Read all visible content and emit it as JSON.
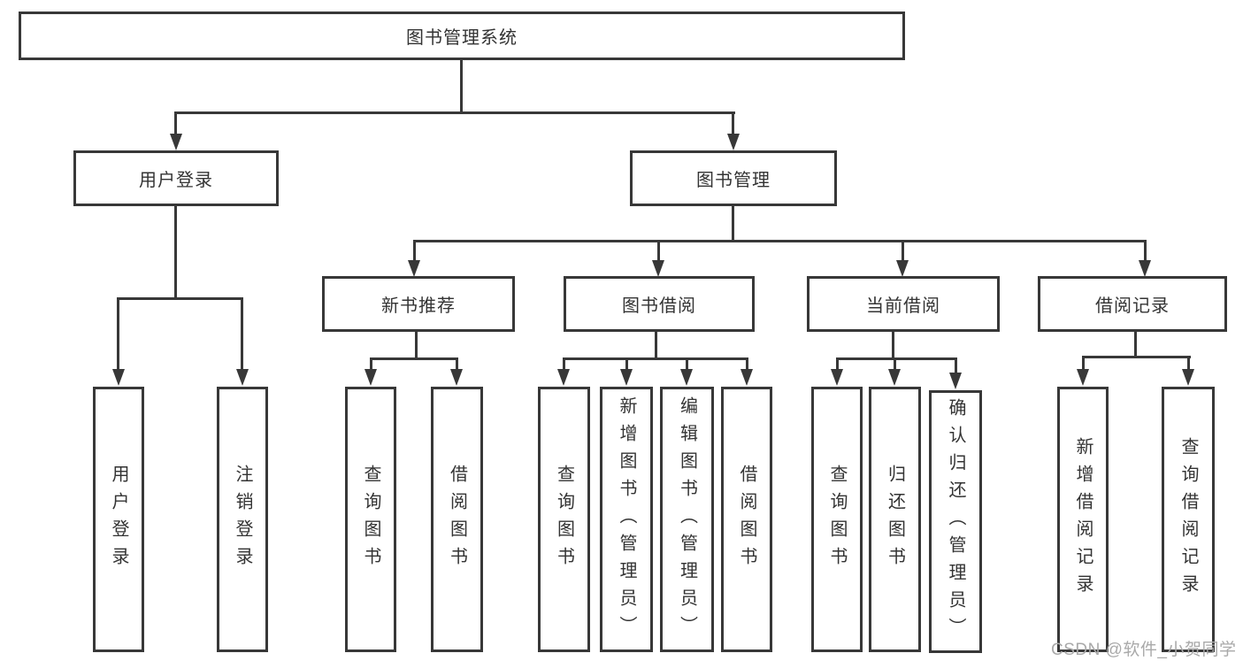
{
  "diagram": {
    "root": {
      "label": "图书管理系统"
    },
    "branches": [
      {
        "label": "用户登录",
        "children": [
          {
            "label": "用户登录"
          },
          {
            "label": "注销登录"
          }
        ]
      },
      {
        "label": "图书管理",
        "children": [
          {
            "label": "新书推荐",
            "children": [
              {
                "label": "查询图书"
              },
              {
                "label": "借阅图书"
              }
            ]
          },
          {
            "label": "图书借阅",
            "children": [
              {
                "label": "查询图书"
              },
              {
                "label": "新增图书（管理员）"
              },
              {
                "label": "编辑图书（管理员）"
              },
              {
                "label": "借阅图书"
              }
            ]
          },
          {
            "label": "当前借阅",
            "children": [
              {
                "label": "查询图书"
              },
              {
                "label": "归还图书"
              },
              {
                "label": "确认归还（管理员）"
              }
            ]
          },
          {
            "label": "借阅记录",
            "children": [
              {
                "label": "新增借阅记录"
              },
              {
                "label": "查询借阅记录"
              }
            ]
          }
        ]
      }
    ],
    "watermark": "CSDN @软件_小贺同学",
    "colors": {
      "background": "#ffffff",
      "line": "#383838",
      "box_border": "#383838",
      "box_fill": "#ffffff",
      "text": "#333333",
      "watermark": "#a9a9a9"
    }
  }
}
